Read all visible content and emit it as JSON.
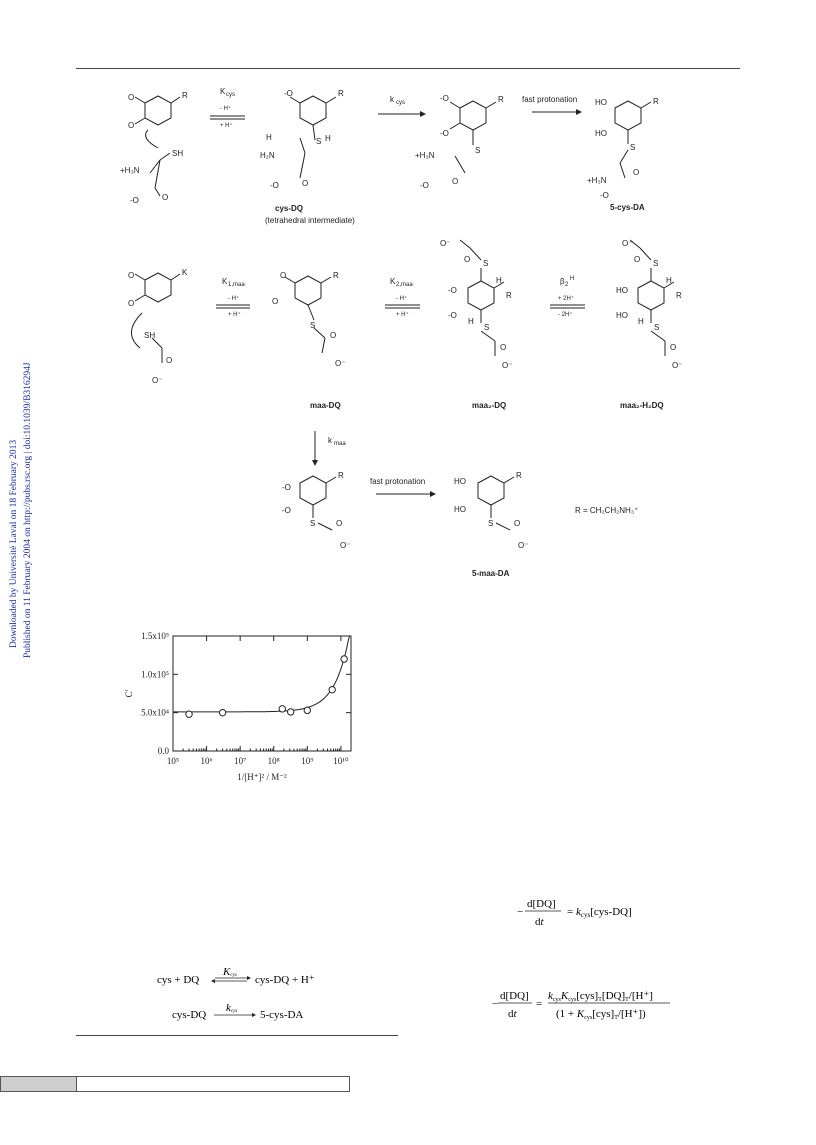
{
  "sidebar": {
    "line1": "Downloaded by Université Laval on 18 February 2013",
    "line2": "Published on 11 February 2004 on http://pubs.rsc.org | doi:10.1039/B316294J"
  },
  "scheme1": {
    "k_cys": "K",
    "k_cys_sub": "cys",
    "minus_h": "- H⁺",
    "plus_h": "+ H⁺",
    "kcys_rate": "k",
    "kcys_rate_sub": "cys",
    "fast_protonation": "fast protonation",
    "cys_dq": "cys-DQ",
    "tetrahedral": "(tetrahedral intermediate)",
    "product": "5-cys-DA",
    "sh": "SH",
    "h3n": "+H₃N",
    "h2n": "H₂N",
    "oxo_o": "O",
    "r": "R"
  },
  "scheme2": {
    "k1maa": "K",
    "k1maa_sub": "1,maa",
    "k2maa": "K",
    "k2maa_sub": "2,maa",
    "beta": "β",
    "beta_sup": "H",
    "beta_sub": "2",
    "plus_2h": "+ 2H⁺",
    "minus_2h": "- 2H⁺",
    "minus_h": "- H⁺",
    "plus_h": "+ H⁺",
    "maa_dq": "maa-DQ",
    "maa2_dq": "maa₂-DQ",
    "maa2_h2dq": "maa₂-H₂DQ",
    "kmaa": "k",
    "kmaa_sub": "maa",
    "fast_protonation": "fast protonation",
    "product": "5-maa-DA",
    "r_def": "R = CH₂CH₂NH₃⁺"
  },
  "chart_data": {
    "type": "scatter",
    "ylabel": "C'",
    "xlabel": "1/[H⁺]² / M⁻²",
    "xscale": "log",
    "xlim": [
      100000,
      20000000000
    ],
    "ylim": [
      0,
      150000
    ],
    "y_ticks": [
      "0.0",
      "5.0x10⁴",
      "1.0x10⁵",
      "1.5x10⁵"
    ],
    "x_ticks": [
      "10⁵",
      "10⁶",
      "10⁷",
      "10⁸",
      "10⁹",
      "10¹⁰"
    ],
    "points": [
      {
        "x": 300000,
        "y": 48000
      },
      {
        "x": 3000000,
        "y": 50000
      },
      {
        "x": 180000000,
        "y": 55000
      },
      {
        "x": 320000000,
        "y": 51000
      },
      {
        "x": 1000000000,
        "y": 53000
      },
      {
        "x": 5500000000,
        "y": 80000
      },
      {
        "x": 12500000000,
        "y": 120000
      }
    ],
    "fit_line": true,
    "grid": false
  },
  "equations": {
    "rate_law": "−d[DQ]/dt = k_cys[cys-DQ]",
    "rate_full": "−d[DQ]/dt = k_cys K_cys[cys]_T[DQ]_T/[H⁺] / (1 + K_cys[cys]_T/[H⁺])",
    "eq_react1": "cys + DQ ⇌ cys-DQ + H⁺",
    "eq_react1_k": "K_cys",
    "eq_react2": "cys-DQ → 5-cys-DA",
    "eq_react2_k": "k_cys"
  }
}
